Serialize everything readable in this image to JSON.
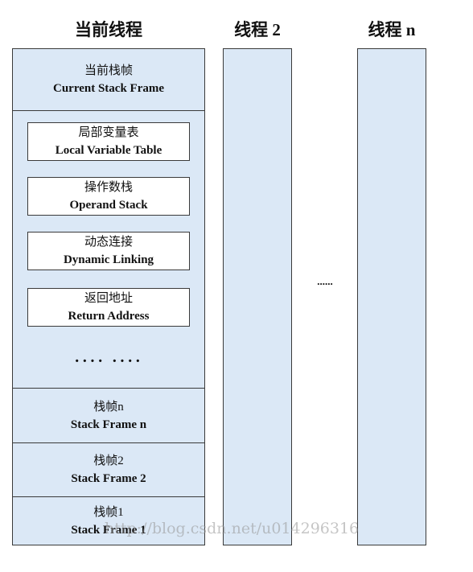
{
  "threads": {
    "current": {
      "title": "当前线程"
    },
    "thread2": {
      "title": "线程 2"
    },
    "threadn": {
      "title": "线程 n"
    }
  },
  "current_frame": {
    "zh": "当前栈帧",
    "en": "Current Stack Frame"
  },
  "frame_parts": [
    {
      "zh": "局部变量表",
      "en": "Local Variable Table"
    },
    {
      "zh": "操作数栈",
      "en": "Operand Stack"
    },
    {
      "zh": "动态连接",
      "en": "Dynamic Linking"
    },
    {
      "zh": "返回地址",
      "en": "Return Address"
    }
  ],
  "inner_ellipsis": "···· ····",
  "stack_frames": [
    {
      "zh": "栈帧n",
      "en": "Stack Frame n"
    },
    {
      "zh": "栈帧2",
      "en": "Stack Frame 2"
    },
    {
      "zh": "栈帧1",
      "en": "Stack Frame 1"
    }
  ],
  "between_threads_ellipsis": "......",
  "watermark": "http://blog.csdn.net/u014296316",
  "colors": {
    "box_fill": "#dbe8f6",
    "border": "#3a3a3a",
    "inner_fill": "#ffffff"
  }
}
